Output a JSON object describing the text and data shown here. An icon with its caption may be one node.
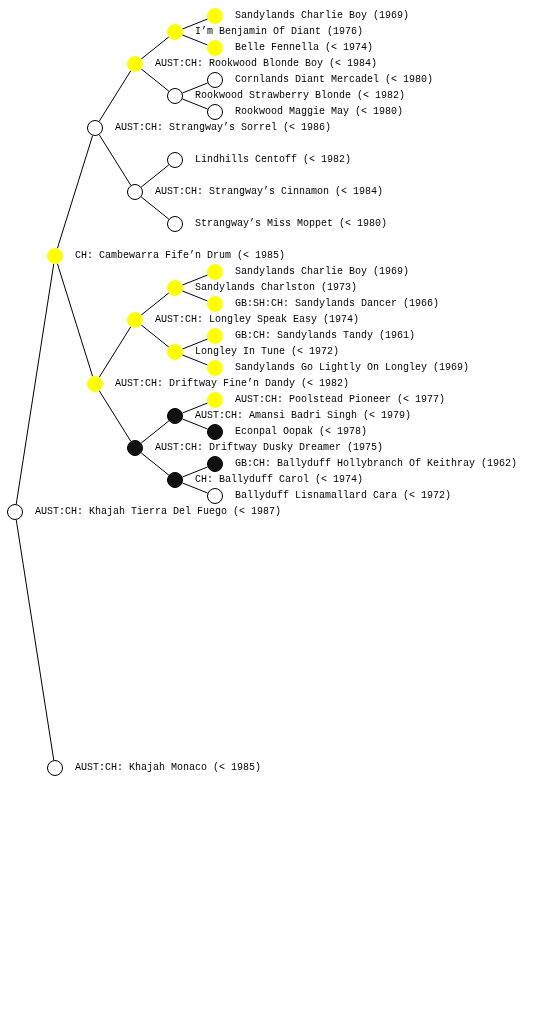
{
  "diagram": {
    "nodes": [
      {
        "text": [
          "Sandylands Charlie Boy (1969)"
        ]
      },
      {
        "text": [
          "I’m Benjamin Of Diant (1976)"
        ]
      },
      {
        "text": [
          "Belle Fennella (< 1974)"
        ]
      },
      {
        "text": [
          "AUST:CH: Rookwood Blonde Boy (< 1984)"
        ]
      },
      {
        "text": [
          "Cornlands Diant Mercadel (< 1980)"
        ]
      },
      {
        "text": [
          "Rookwood Strawberry Blonde (< 1982)"
        ]
      },
      {
        "text": [
          "Rookwood Maggie May (< 1980)"
        ]
      },
      {
        "text": [
          "AUST:CH: Strangway’s Sorrel (< 1986)"
        ]
      },
      {
        "text": [
          "Lindhills Centoff (< 1982)"
        ]
      },
      {
        "text": [
          "AUST:CH: Strangway’s Cinnamon (< 1984)"
        ]
      },
      {
        "text": [
          "Strangway’s Miss Moppet (< 1980)"
        ]
      },
      {
        "text": [
          "CH: Cambewarra Fife’n Drum (< 1985)"
        ]
      },
      {
        "text": [
          "Sandylands Charlie Boy (1969)"
        ]
      },
      {
        "text": [
          "Sandylands Charlston (1973)"
        ]
      },
      {
        "text": [
          "GB:SH:CH: Sandylands Dancer (1966)"
        ]
      },
      {
        "text": [
          "AUST:CH: Longley Speak Easy (1974)"
        ]
      },
      {
        "text": [
          "GB:CH: Sandylands Tandy (1961)"
        ]
      },
      {
        "text": [
          "Longley In Tune (< 1972)"
        ]
      },
      {
        "text": [
          "Sandylands Go Lightly On Longley (1969)"
        ]
      },
      {
        "text": [
          "AUST:CH: Driftway Fine’n Dandy (< 1982)"
        ]
      },
      {
        "text": [
          "AUST:CH: Poolstead Pioneer (< 1977)"
        ]
      },
      {
        "text": [
          "AUST:CH: Amansi Badri Singh (< 1979)"
        ]
      },
      {
        "text": [
          "Econpal Oopak (< 1978)"
        ]
      },
      {
        "text": [
          "AUST:CH: Driftway Dusky Dreamer (1975)"
        ]
      },
      {
        "text": [
          "GB:CH: Ballyduff Hollybranch Of Keithray (1962)"
        ]
      },
      {
        "text": [
          "CH: Ballyduff Carol (< 1974)"
        ]
      },
      {
        "text": [
          "Ballyduff Lisnamallard Cara (< 1972)"
        ]
      },
      {
        "text": [
          "AUST:CH: Khajah Tierra Del Fuego (< 1987)"
        ]
      },
      {
        "text": [
          "AUST:CH: Khajah Monaco (< 1985)"
        ]
      }
    ],
    "edges": [
      {
        "from": 27,
        "to": 11,
        "arrow": "none"
      },
      {
        "from": 27,
        "to": 28,
        "arrow": "none"
      },
      {
        "from": 11,
        "to": 7,
        "arrow": "none"
      },
      {
        "from": 11,
        "to": 19,
        "arrow": "none"
      },
      {
        "from": 7,
        "to": 3,
        "arrow": "none"
      },
      {
        "from": 7,
        "to": 9,
        "arrow": "none"
      },
      {
        "from": 3,
        "to": 1,
        "arrow": "none"
      },
      {
        "from": 3,
        "to": 5,
        "arrow": "none"
      },
      {
        "from": 1,
        "to": 0,
        "arrow": "none"
      },
      {
        "from": 1,
        "to": 2,
        "arrow": "none"
      },
      {
        "from": 5,
        "to": 4,
        "arrow": "none"
      },
      {
        "from": 5,
        "to": 6,
        "arrow": "none"
      },
      {
        "from": 9,
        "to": 8,
        "arrow": "none"
      },
      {
        "from": 9,
        "to": 10,
        "arrow": "none"
      },
      {
        "from": 19,
        "to": 15,
        "arrow": "none"
      },
      {
        "from": 19,
        "to": 23,
        "arrow": "none"
      },
      {
        "from": 15,
        "to": 13,
        "arrow": "none"
      },
      {
        "from": 15,
        "to": 17,
        "arrow": "none"
      },
      {
        "from": 13,
        "to": 12,
        "arrow": "none"
      },
      {
        "from": 13,
        "to": 14,
        "arrow": "none"
      },
      {
        "from": 17,
        "to": 16,
        "arrow": "none"
      },
      {
        "from": 17,
        "to": 18,
        "arrow": "none"
      },
      {
        "from": 23,
        "to": 21,
        "arrow": "none"
      },
      {
        "from": 23,
        "to": 25,
        "arrow": "none"
      },
      {
        "from": 21,
        "to": 20,
        "arrow": "none"
      },
      {
        "from": 21,
        "to": 22,
        "arrow": "none"
      },
      {
        "from": 25,
        "to": 24,
        "arrow": "none"
      },
      {
        "from": 25,
        "to": 26,
        "arrow": "none"
      }
    ]
  }
}
